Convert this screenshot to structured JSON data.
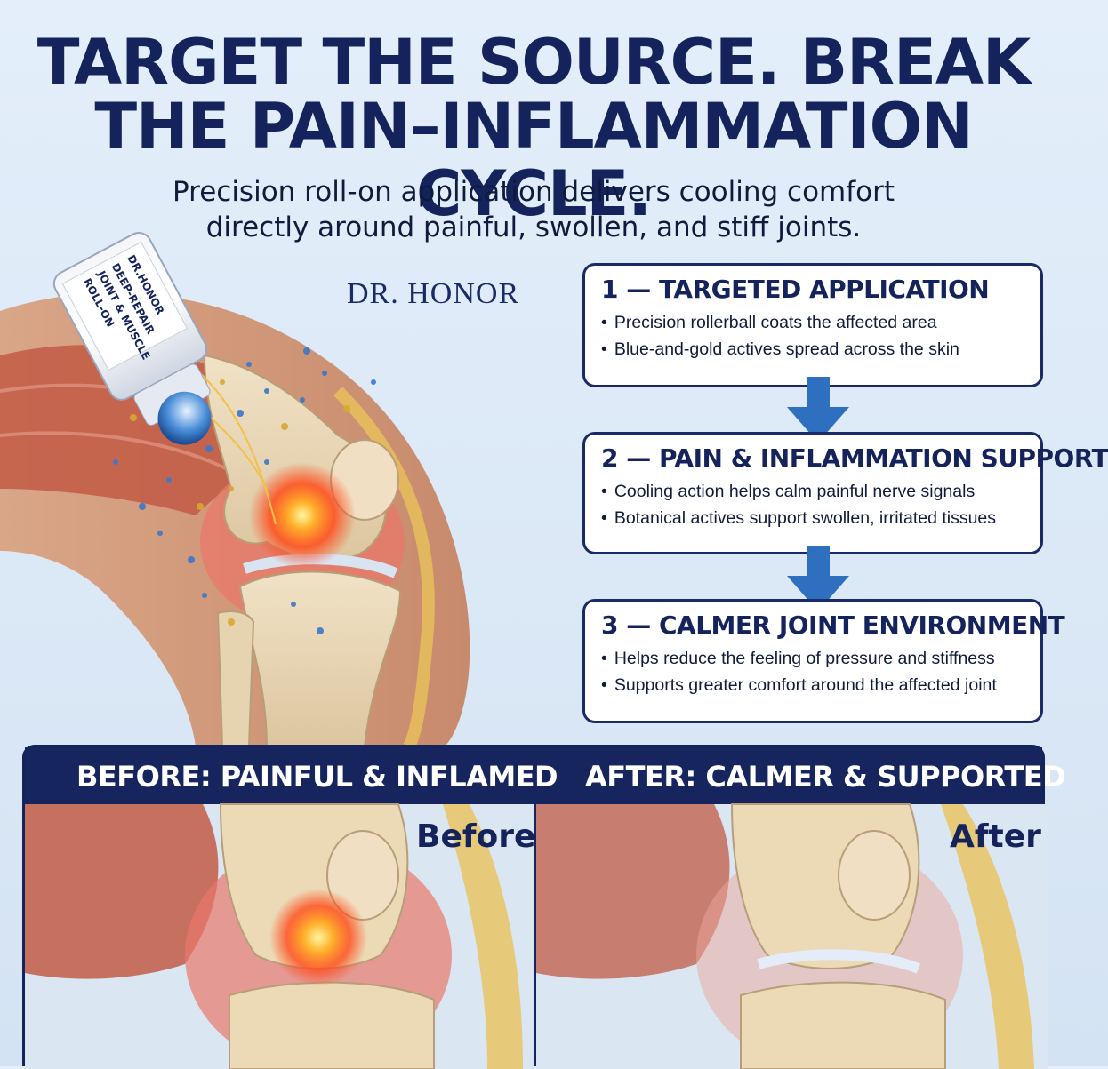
{
  "headline": {
    "line1": "TARGET THE SOURCE.  BREAK",
    "line2": "THE PAIN–INFLAMMATION CYCLE."
  },
  "subheadline": {
    "line1": "Precision roll-on application delivers cooling comfort",
    "line2": "directly around painful, swollen, and stiff joints."
  },
  "brand": "DR. HONOR",
  "product": {
    "brand": "DR.HONOR",
    "name_line1": "DEEP-REPAIR",
    "name_line2": "JOINT & MUSCLE",
    "name_line3": "ROLL-ON"
  },
  "steps": [
    {
      "title": "1 — TARGETED APPLICATION",
      "bullets": [
        "Precision rollerball coats the affected area",
        "Blue-and-gold actives spread across the skin"
      ]
    },
    {
      "title": "2 — PAIN & INFLAMMATION SUPPORT",
      "bullets": [
        "Cooling action helps calm painful nerve signals",
        "Botanical actives support swollen, irritated tissues"
      ]
    },
    {
      "title": "3 — CALMER JOINT ENVIRONMENT",
      "bullets": [
        "Helps reduce the feeling of pressure and stiffness",
        "Supports greater comfort around the affected joint"
      ]
    }
  ],
  "comparison": {
    "before_title": "BEFORE: PAINFUL & INFLAMED",
    "after_title": "AFTER: CALMER & SUPPORTED",
    "before_label": "Before",
    "after_label": "After"
  },
  "colors": {
    "navy": "#15235c",
    "arrow_blue": "#2f6fc0",
    "background": "#dde9f6",
    "inflammation": "#ff4a1a"
  }
}
